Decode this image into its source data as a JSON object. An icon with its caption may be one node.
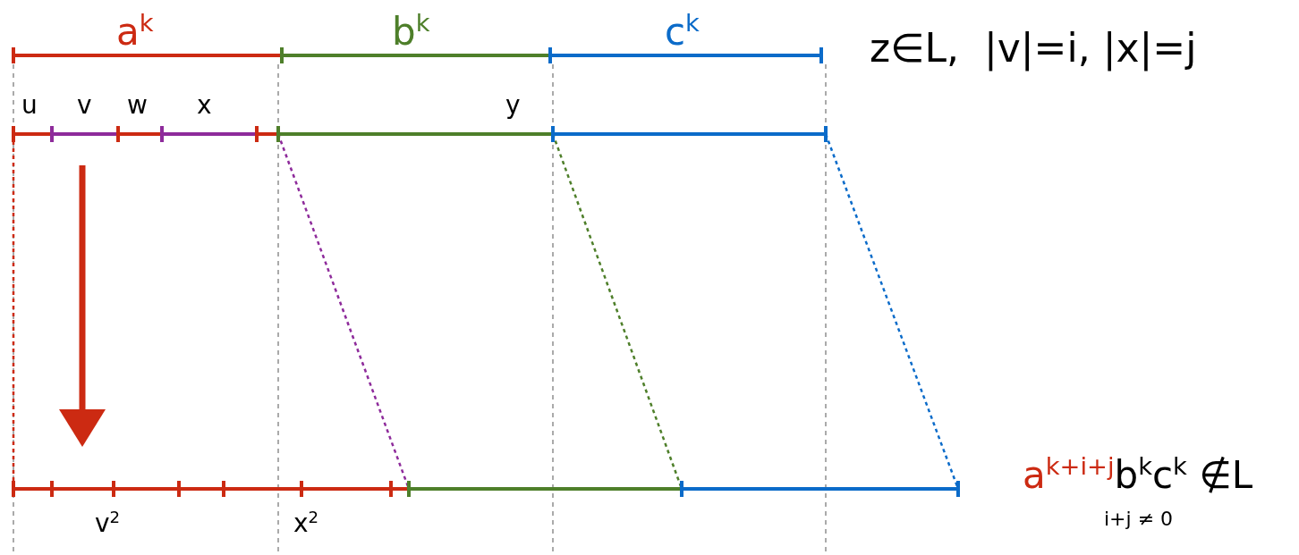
{
  "diagram": {
    "labels": [
      "a$^{k}$",
      "b$^{k}$",
      "c$^{k}$",
      "z∈L,  |v|=i, |x|=j",
      "u",
      "v",
      "w",
      "x",
      "y",
      "a$^{k+i+j}$b$^{k}$c$^{k}$ ∉L",
      "v$^{2}$",
      "x$^{2}$",
      "i+j ≠ 0"
    ]
  }
}
